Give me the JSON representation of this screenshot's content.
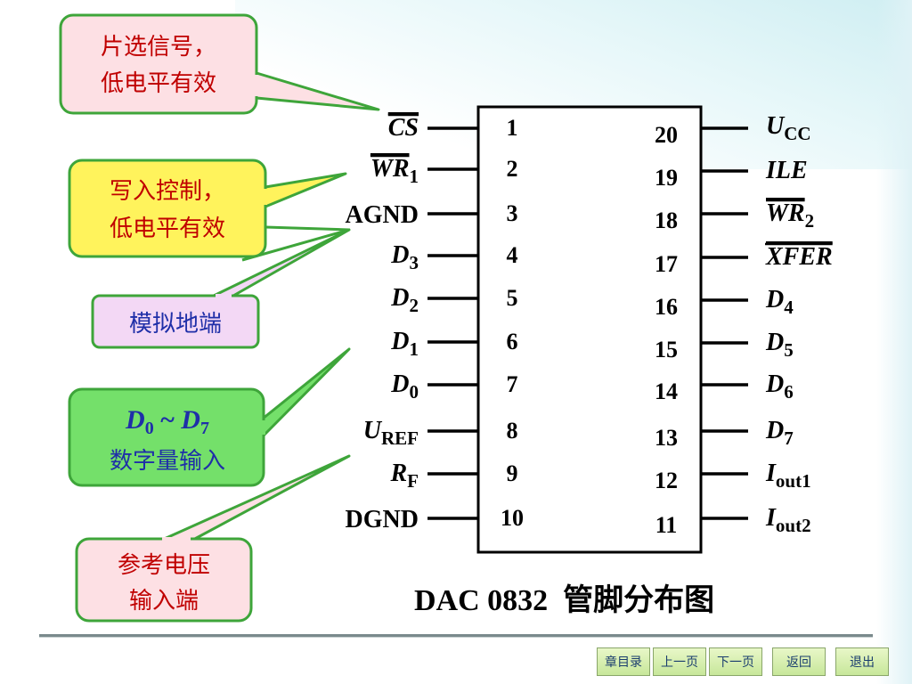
{
  "chip": {
    "title": "DAC 0832  管脚分布图",
    "left_pins": [
      {
        "num": "1",
        "base": "CS",
        "sub": "",
        "italic": true,
        "overline": true
      },
      {
        "num": "2",
        "base": "WR",
        "sub": "1",
        "italic": true,
        "overline": true
      },
      {
        "num": "3",
        "base": "AGND",
        "sub": "",
        "italic": false,
        "overline": false
      },
      {
        "num": "4",
        "base": "D",
        "sub": "3",
        "italic": true,
        "overline": false
      },
      {
        "num": "5",
        "base": "D",
        "sub": "2",
        "italic": true,
        "overline": false
      },
      {
        "num": "6",
        "base": "D",
        "sub": "1",
        "italic": true,
        "overline": false
      },
      {
        "num": "7",
        "base": "D",
        "sub": "0",
        "italic": true,
        "overline": false
      },
      {
        "num": "8",
        "base": "U",
        "sub": "REF",
        "italic": true,
        "overline": false
      },
      {
        "num": "9",
        "base": "R",
        "sub": "F",
        "italic": true,
        "overline": false
      },
      {
        "num": "10",
        "base": "DGND",
        "sub": "",
        "italic": false,
        "overline": false
      }
    ],
    "right_pins": [
      {
        "num": "20",
        "base": "U",
        "sub": "CC",
        "italic": true,
        "overline": false
      },
      {
        "num": "19",
        "base": "ILE",
        "sub": "",
        "italic": true,
        "overline": false
      },
      {
        "num": "18",
        "base": "WR",
        "sub": "2",
        "italic": true,
        "overline": true
      },
      {
        "num": "17",
        "base": "XFER",
        "sub": "",
        "italic": true,
        "overline": true
      },
      {
        "num": "16",
        "base": "D",
        "sub": "4",
        "italic": true,
        "overline": false
      },
      {
        "num": "15",
        "base": "D",
        "sub": "5",
        "italic": true,
        "overline": false
      },
      {
        "num": "14",
        "base": "D",
        "sub": "6",
        "italic": true,
        "overline": false
      },
      {
        "num": "13",
        "base": "D",
        "sub": "7",
        "italic": true,
        "overline": false
      },
      {
        "num": "12",
        "base": "I",
        "sub": "out1",
        "italic": true,
        "overline": false
      },
      {
        "num": "11",
        "base": "I",
        "sub": "out2",
        "italic": true,
        "overline": false
      }
    ]
  },
  "callouts": [
    {
      "id": "chip-select",
      "lines": [
        "片选信号，",
        "低电平有效"
      ],
      "fill": "#fde0e4",
      "text_color": "#c00000"
    },
    {
      "id": "write-control",
      "lines": [
        "写入控制，",
        "低电平有效"
      ],
      "fill": "#fff35c",
      "text_color": "#c00000"
    },
    {
      "id": "analog-ground",
      "lines": [
        "模拟地端"
      ],
      "fill": "#f3d8f5",
      "text_color": "#1f2fa8"
    },
    {
      "id": "digital-input",
      "lines": [
        "D0 ~ D7",
        "数字量输入"
      ],
      "fill": "#74e06a",
      "text_color": "#1f2fa8"
    },
    {
      "id": "ref-voltage",
      "lines": [
        "参考电压",
        "输入端"
      ],
      "fill": "#fde0e4",
      "text_color": "#c00000"
    }
  ],
  "colors": {
    "callout_border": "#3ea53a"
  },
  "nav": {
    "chapter": "章目录",
    "prev": "上一页",
    "next": "下一页",
    "back": "返回",
    "exit": "退出"
  }
}
